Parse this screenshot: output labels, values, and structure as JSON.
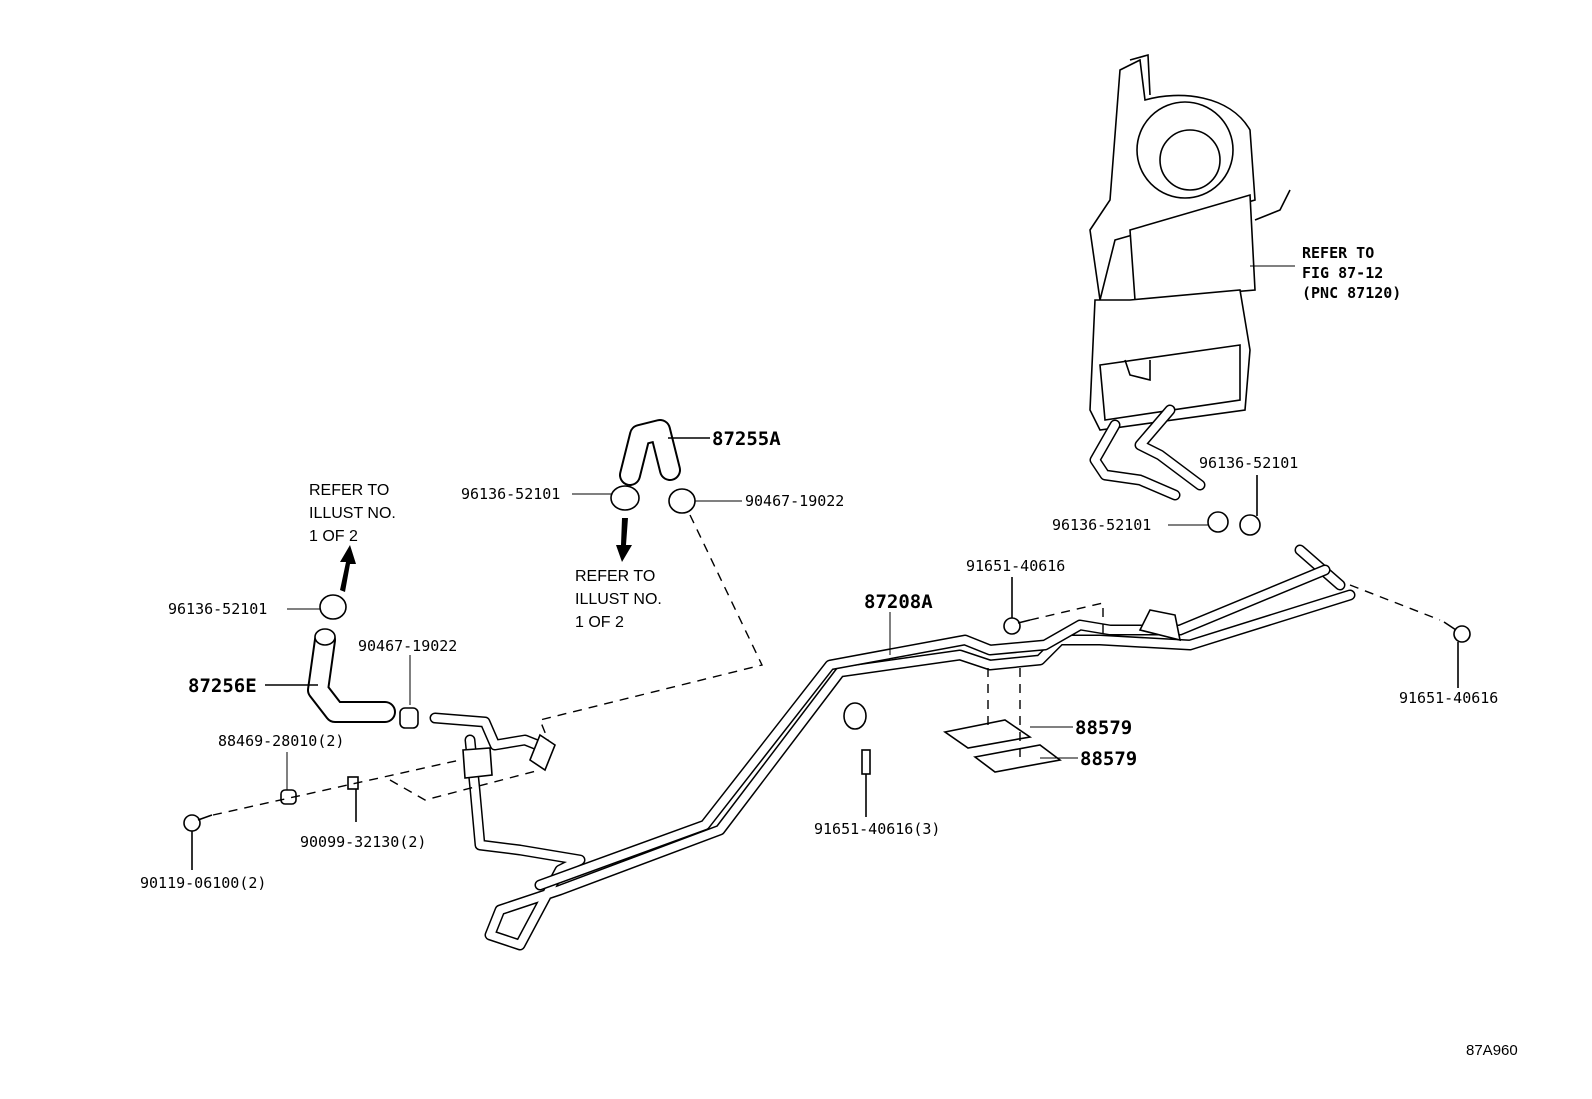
{
  "diagram": {
    "figure_code": "87A960",
    "callouts": {
      "hose_upper": "87255A",
      "clamp_upper": "96136-52101",
      "clip_upper": "90467-19022",
      "refer_upper": [
        "REFER TO",
        "ILLUST NO.",
        "1 OF 2"
      ],
      "refer_left": [
        "REFER TO",
        "ILLUST NO.",
        "1 OF 2"
      ],
      "clamp_left": "96136-52101",
      "hose_left": "87256E",
      "clip_left": "90467-19022",
      "grommet": "88469-28010(2)",
      "nut": "90099-32130(2)",
      "bolt_left": "90119-06100(2)",
      "pipe": "87208A",
      "bolt_center": "91651-40616",
      "bolt_clamp": "91651-40616(3)",
      "tape_1": "88579",
      "tape_2": "88579",
      "clamp_right_a": "96136-52101",
      "clamp_right_b": "96136-52101",
      "bolt_right": "91651-40616",
      "refer_heater": [
        "REFER TO",
        "FIG 87-12",
        "(PNC 87120)"
      ]
    }
  }
}
